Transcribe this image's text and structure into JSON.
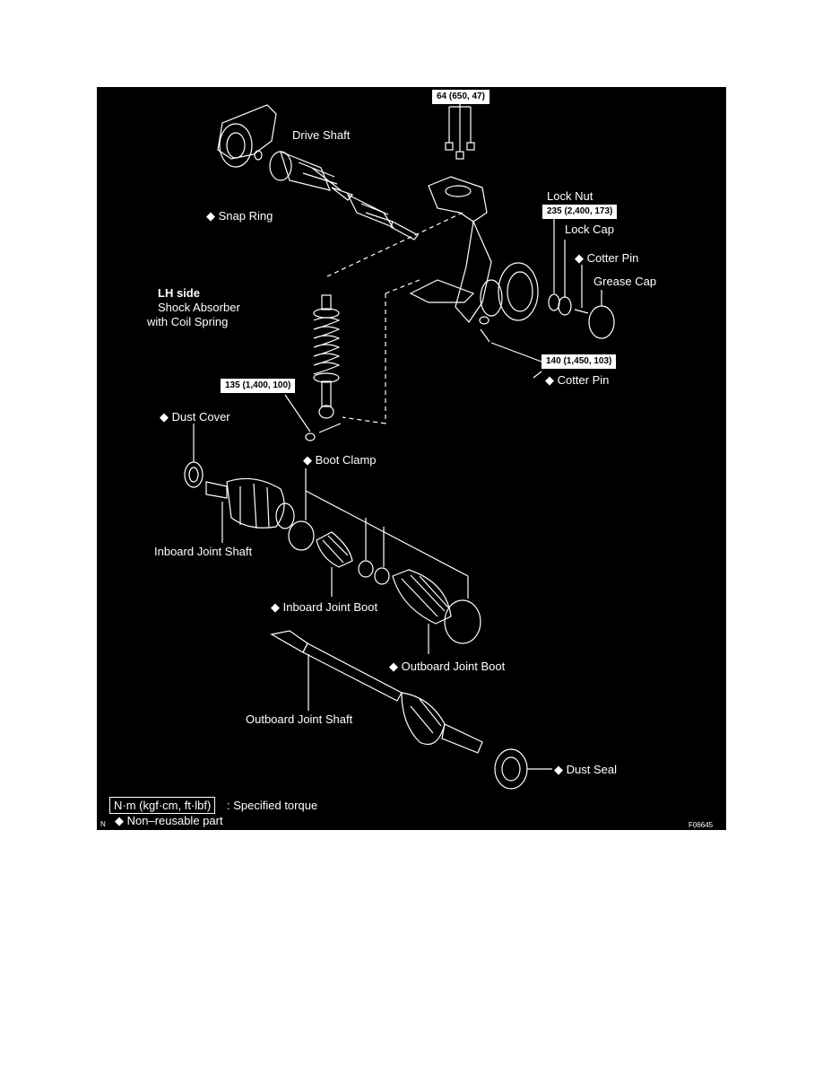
{
  "figure": {
    "labels": {
      "drive_shaft": "Drive Shaft",
      "snap_ring": "◆ Snap Ring",
      "lock_nut": "Lock Nut",
      "lock_cap": "Lock Cap",
      "cotter_pin_upper": "◆ Cotter Pin",
      "grease_cap": "Grease Cap",
      "lh_side": "LH side",
      "shock_absorber_line1": "Shock Absorber",
      "shock_absorber_line2": "with Coil Spring",
      "cotter_pin_lower": "◆ Cotter Pin",
      "dust_cover": "◆ Dust Cover",
      "boot_clamp": "◆ Boot Clamp",
      "inboard_joint_shaft": "Inboard Joint Shaft",
      "inboard_joint_boot": "◆ Inboard Joint Boot",
      "outboard_joint_boot": "◆ Outboard Joint Boot",
      "outboard_joint_shaft": "Outboard Joint Shaft",
      "dust_seal": "◆ Dust Seal"
    },
    "torques": {
      "upper_mount": "64 (650, 47)",
      "lock_nut": "235 (2,400, 173)",
      "knuckle_nut": "140 (1,450, 103)",
      "lower_mount": "135 (1,400, 100)"
    },
    "legend": {
      "unit_box": "N·m (kgf·cm, ft·lbf)",
      "unit_text": ": Specified torque",
      "nonreusable": "◆ Non–reusable part"
    },
    "corner_mark": "N",
    "figure_code": "F06645"
  }
}
